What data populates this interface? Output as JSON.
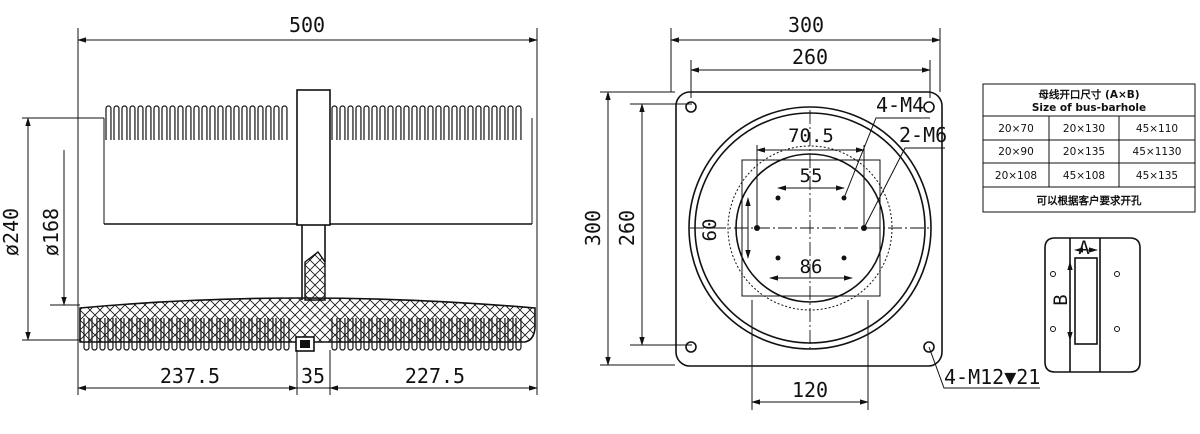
{
  "side_view": {
    "overall_length": "500",
    "outer_diameter": "ø240",
    "inner_diameter": "ø168",
    "left_length": "237.5",
    "flange_width": "35",
    "right_length": "227.5"
  },
  "end_view": {
    "outer_width": "300",
    "bolt_spacing_h": "260",
    "outer_height": "300",
    "bolt_spacing_v": "260",
    "dim_70_5": "70.5",
    "dim_55": "55",
    "dim_60": "60",
    "dim_86": "86",
    "dim_120": "120",
    "callout_m4": "4-M4",
    "callout_m6": "2-M6",
    "callout_m12": "4-M12▼21"
  },
  "bus_table": {
    "title_cn": "母线开口尺寸 (A×B)",
    "title_en": "Size of bus-barhole",
    "rows": [
      [
        "20×70",
        "20×130",
        "45×110"
      ],
      [
        "20×90",
        "20×135",
        "45×1130"
      ],
      [
        "20×108",
        "45×108",
        "45×135"
      ]
    ],
    "footer": "可以根据客户要求开孔"
  },
  "detail_view": {
    "label_a": "A",
    "label_b": "B"
  }
}
